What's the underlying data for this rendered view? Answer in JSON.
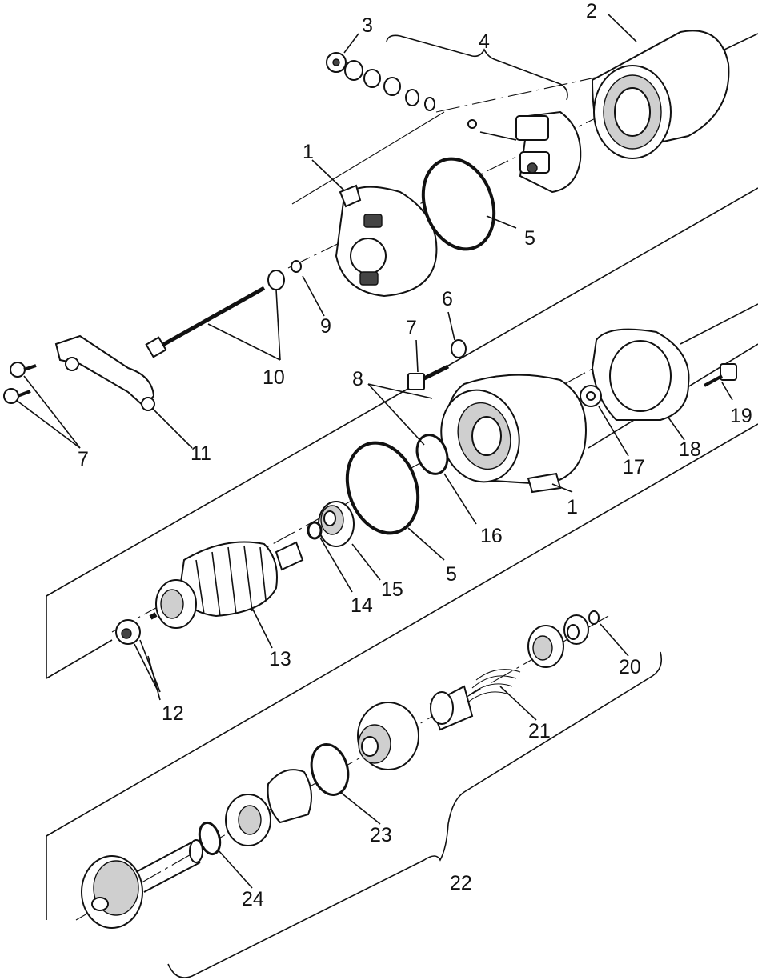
{
  "diagram": {
    "callouts": [
      {
        "id": "c1a",
        "text": "1"
      },
      {
        "id": "c2",
        "text": "2"
      },
      {
        "id": "c3",
        "text": "3"
      },
      {
        "id": "c4",
        "text": "4"
      },
      {
        "id": "c5a",
        "text": "5"
      },
      {
        "id": "c6",
        "text": "6"
      },
      {
        "id": "c7a",
        "text": "7"
      },
      {
        "id": "c7b",
        "text": "7"
      },
      {
        "id": "c8",
        "text": "8"
      },
      {
        "id": "c9",
        "text": "9"
      },
      {
        "id": "c10",
        "text": "10"
      },
      {
        "id": "c11",
        "text": "11"
      },
      {
        "id": "c12",
        "text": "12"
      },
      {
        "id": "c13",
        "text": "13"
      },
      {
        "id": "c14",
        "text": "14"
      },
      {
        "id": "c15",
        "text": "15"
      },
      {
        "id": "c16",
        "text": "16"
      },
      {
        "id": "c1b",
        "text": "1"
      },
      {
        "id": "c5b",
        "text": "5"
      },
      {
        "id": "c17",
        "text": "17"
      },
      {
        "id": "c18",
        "text": "18"
      },
      {
        "id": "c19",
        "text": "19"
      },
      {
        "id": "c20",
        "text": "20"
      },
      {
        "id": "c21",
        "text": "21"
      },
      {
        "id": "c22",
        "text": "22"
      },
      {
        "id": "c23",
        "text": "23"
      },
      {
        "id": "c24",
        "text": "24"
      }
    ]
  }
}
